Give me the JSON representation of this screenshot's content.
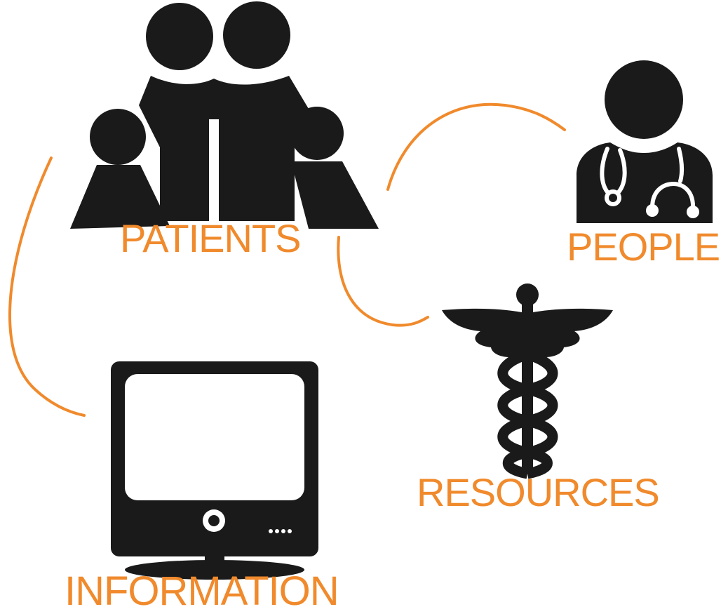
{
  "colors": {
    "accent": "#f08a2c",
    "icon": "#1a1a1a",
    "background": "#ffffff"
  },
  "nodes": {
    "patients": {
      "label": "PATIENTS",
      "icon": "family-group-icon"
    },
    "people": {
      "label": "PEOPLE",
      "icon": "doctor-stethoscope-icon"
    },
    "resources": {
      "label": "RESOURCES",
      "icon": "caduceus-icon"
    },
    "information": {
      "label": "INFORMATION",
      "icon": "computer-monitor-icon"
    }
  },
  "connectors": [
    {
      "from": "patients",
      "to": "people"
    },
    {
      "from": "patients",
      "to": "resources"
    },
    {
      "from": "patients",
      "to": "information"
    }
  ]
}
